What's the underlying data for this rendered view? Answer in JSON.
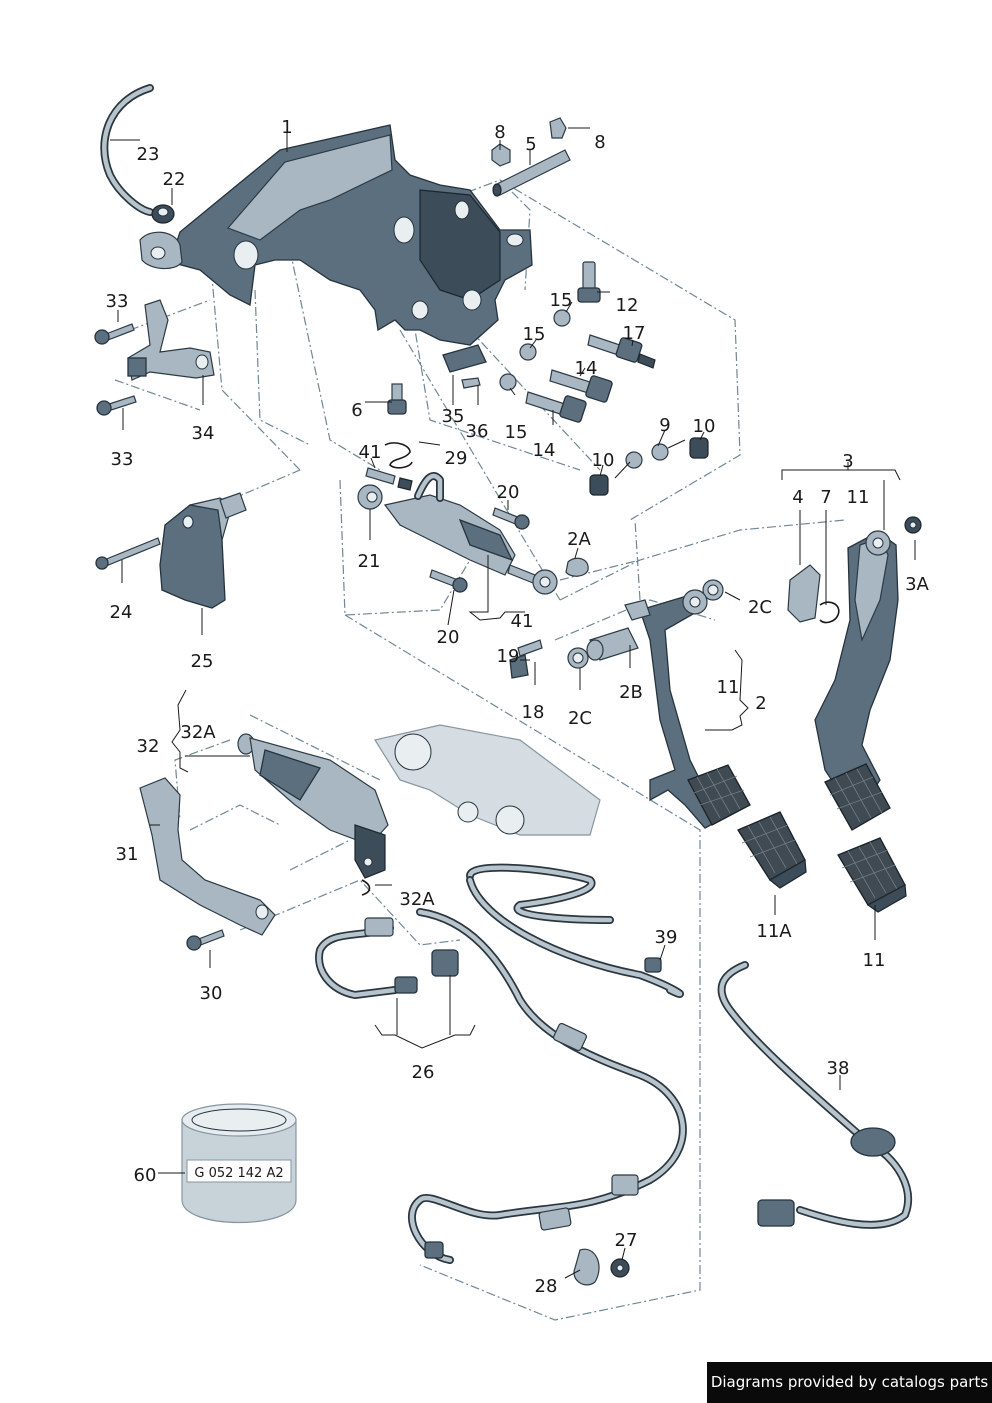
{
  "diagram": {
    "callouts": {
      "c1": "1",
      "c2": "2",
      "c2A": "2A",
      "c2B": "2B",
      "c2C_a": "2C",
      "c2C_b": "2C",
      "c3": "3",
      "c3A": "3A",
      "c4": "4",
      "c5": "5",
      "c6": "6",
      "c7": "7",
      "c8_a": "8",
      "c8_b": "8",
      "c9": "9",
      "c10_a": "10",
      "c10_b": "10",
      "c11_a": "11",
      "c11_b": "11",
      "c11_c": "11",
      "c11A": "11A",
      "c12": "12",
      "c14_a": "14",
      "c14_b": "14",
      "c15_a": "15",
      "c15_b": "15",
      "c15_c": "15",
      "c17": "17",
      "c18": "18",
      "c19": "19",
      "c20_a": "20",
      "c20_b": "20",
      "c21": "21",
      "c22": "22",
      "c23": "23",
      "c24": "24",
      "c25": "25",
      "c26": "26",
      "c27": "27",
      "c28": "28",
      "c29": "29",
      "c30": "30",
      "c31": "31",
      "c32": "32",
      "c32A_a": "32A",
      "c32A_b": "32A",
      "c33_a": "33",
      "c33_b": "33",
      "c34": "34",
      "c35": "35",
      "c36": "36",
      "c38": "38",
      "c39": "39",
      "c41_a": "41",
      "c41_b": "41",
      "c60": "60"
    },
    "can_label": "G 052 142 A2"
  },
  "footer": {
    "watermark": "Diagrams provided by catalogs parts"
  }
}
